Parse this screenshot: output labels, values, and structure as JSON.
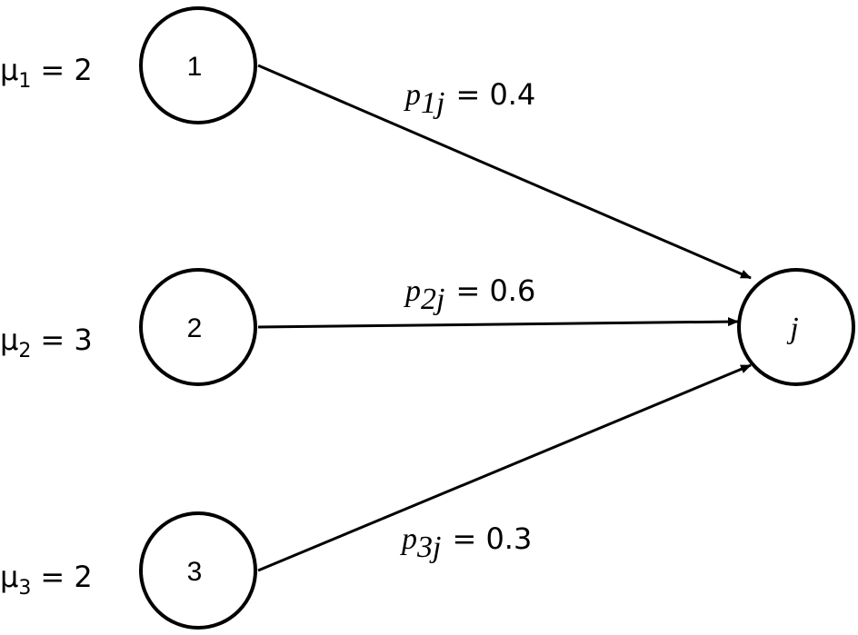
{
  "nodes": [
    {
      "id": "1",
      "label": "1"
    },
    {
      "id": "2",
      "label": "2"
    },
    {
      "id": "3",
      "label": "3"
    },
    {
      "id": "j",
      "label": "j"
    }
  ],
  "rates": [
    {
      "symbol": "μ",
      "sub": "1",
      "eq": "= 2"
    },
    {
      "symbol": "μ",
      "sub": "2",
      "eq": "= 3"
    },
    {
      "symbol": "μ",
      "sub": "3",
      "eq": "= 2"
    }
  ],
  "edges": [
    {
      "from": "1",
      "to": "j",
      "symbol": "p",
      "sub": "1j",
      "eq": "= 0.4"
    },
    {
      "from": "2",
      "to": "j",
      "symbol": "p",
      "sub": "2j",
      "eq": "= 0.6"
    },
    {
      "from": "3",
      "to": "j",
      "symbol": "p",
      "sub": "3j",
      "eq": "= 0.3"
    }
  ],
  "colors": {
    "stroke": "#000000",
    "fill": "#ffffff"
  }
}
